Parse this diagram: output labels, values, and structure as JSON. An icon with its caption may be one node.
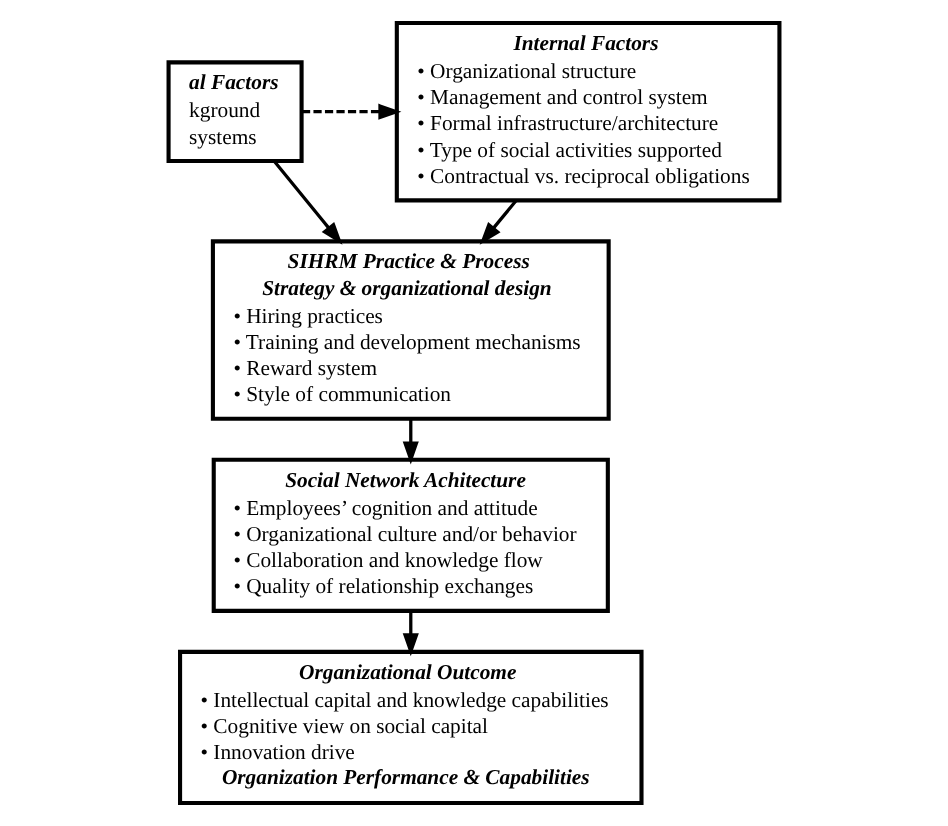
{
  "diagram": {
    "nodes": [
      {
        "text": [
          "al Factors",
          "kground",
          "systems"
        ]
      },
      {
        "text": [
          "Internal Factors",
          "• Organizational structure",
          "• Management and control system",
          "• Formal infrastructure/architecture",
          "• Type of social activities supported",
          "• Contractual vs. reciprocal obligations"
        ]
      },
      {
        "text": [
          "SIHRM Practice & Process",
          "Strategy & organizational design",
          "• Hiring practices",
          "• Training and development mechanisms",
          "• Reward system",
          "• Style of communication"
        ]
      },
      {
        "text": [
          "Social Network Achitecture",
          "• Employees’ cognition and attitude",
          "• Organizational culture and/or behavior",
          "• Collaboration and knowledge flow",
          "• Quality of relationship exchanges"
        ]
      },
      {
        "text": [
          "Organizational Outcome",
          "• Intellectual capital and knowledge capabilities",
          "• Cognitive view on social capital",
          "• Innovation drive",
          "Organization Performance & Capabilities"
        ]
      }
    ],
    "edges": [
      {
        "from": 0,
        "to": 1,
        "arrow": "to",
        "style": "dashed"
      },
      {
        "from": 0,
        "to": 2,
        "arrow": "to"
      },
      {
        "from": 1,
        "to": 2,
        "arrow": "to"
      },
      {
        "from": 2,
        "to": 3,
        "arrow": "to"
      },
      {
        "from": 3,
        "to": 4,
        "arrow": "to"
      }
    ]
  }
}
